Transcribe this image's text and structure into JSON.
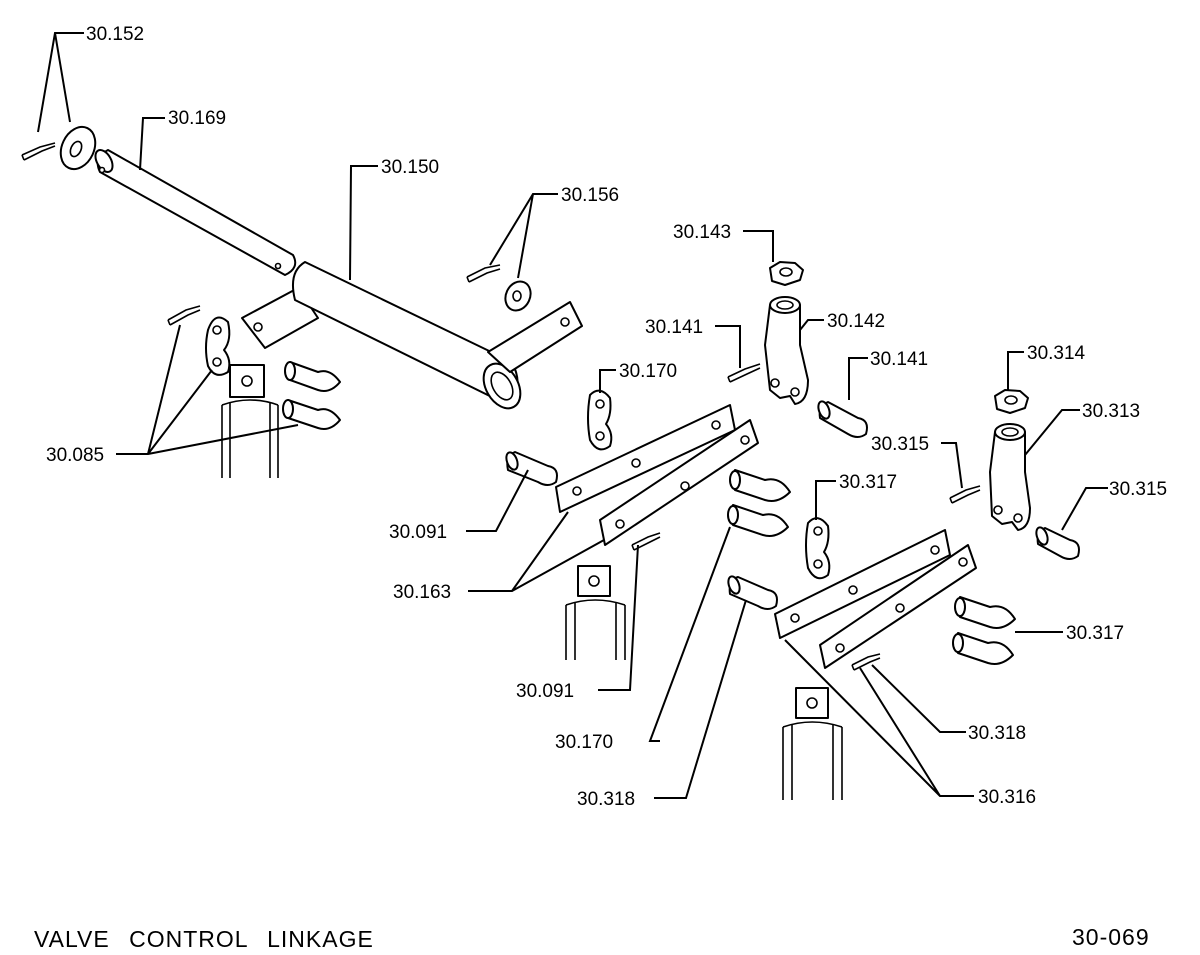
{
  "title": "VALVE   CONTROL   LINKAGE",
  "figure_code": "30-069",
  "callouts": [
    {
      "id": "c01",
      "text": "30.152"
    },
    {
      "id": "c02",
      "text": "30.169"
    },
    {
      "id": "c03",
      "text": "30.150"
    },
    {
      "id": "c04",
      "text": "30.156"
    },
    {
      "id": "c05",
      "text": "30.143"
    },
    {
      "id": "c06",
      "text": "30.141"
    },
    {
      "id": "c07",
      "text": "30.142"
    },
    {
      "id": "c08",
      "text": "30.141"
    },
    {
      "id": "c09",
      "text": "30.170"
    },
    {
      "id": "c10",
      "text": "30.314"
    },
    {
      "id": "c11",
      "text": "30.313"
    },
    {
      "id": "c12",
      "text": "30.085"
    },
    {
      "id": "c13",
      "text": "30.315"
    },
    {
      "id": "c14",
      "text": "30.317"
    },
    {
      "id": "c15",
      "text": "30.315"
    },
    {
      "id": "c16",
      "text": "30.091"
    },
    {
      "id": "c17",
      "text": "30.163"
    },
    {
      "id": "c18",
      "text": "30.317"
    },
    {
      "id": "c19",
      "text": "30.091"
    },
    {
      "id": "c20",
      "text": "30.318"
    },
    {
      "id": "c21",
      "text": "30.170"
    },
    {
      "id": "c22",
      "text": "30.318"
    },
    {
      "id": "c23",
      "text": "30.316"
    }
  ]
}
